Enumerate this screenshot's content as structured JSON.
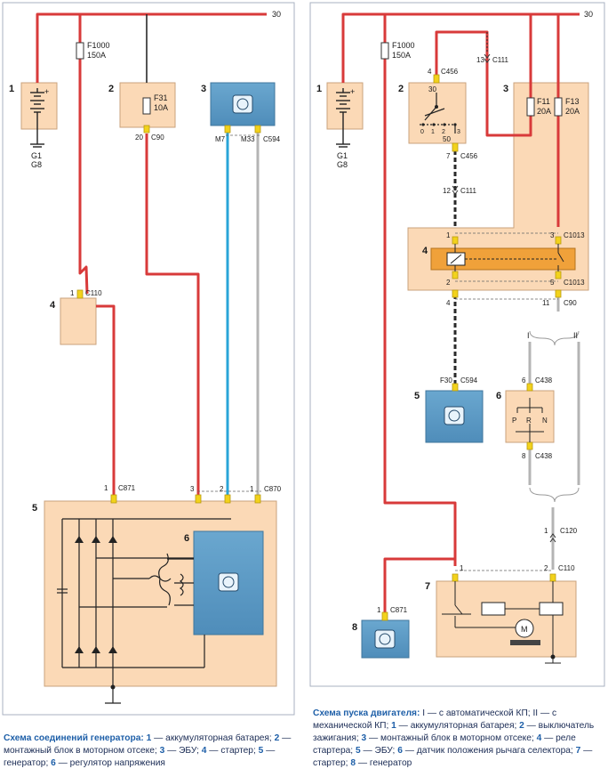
{
  "left": {
    "wire_30": "30",
    "fuse_main": {
      "name": "F1000",
      "rating": "150A"
    },
    "n1": "1",
    "n2": "2",
    "n3": "3",
    "n4": "4",
    "n5": "5",
    "n6": "6",
    "batt_g1": "G1",
    "batt_g8": "G8",
    "fuse_f31": {
      "name": "F31",
      "rating": "10A"
    },
    "c90_pin": "20",
    "c90": "C90",
    "ecu_pin_m7": "M7",
    "ecu_pin_m33": "M33",
    "c594": "C594",
    "c110_pin": "1",
    "c110": "C110",
    "c871_pin": "1",
    "c871": "C871",
    "c870_pins": [
      "3",
      "2",
      "1"
    ],
    "c870": "C870"
  },
  "right": {
    "wire_30": "30",
    "fuse_main": {
      "name": "F1000",
      "rating": "150A"
    },
    "n1": "1",
    "n2": "2",
    "n3": "3",
    "n4": "4",
    "n5": "5",
    "n6": "6",
    "n7": "7",
    "n8": "8",
    "batt_g1": "G1",
    "batt_g8": "G8",
    "c456_top_pin": "4",
    "c456": "C456",
    "c111_top_pin": "13",
    "c111": "C111",
    "sw_30": "30",
    "sw_50": "50",
    "sw_pos": [
      "0",
      "1",
      "2",
      "3"
    ],
    "fuse_f11": {
      "name": "F11",
      "rating": "20A"
    },
    "fuse_f13": {
      "name": "F13",
      "rating": "20A"
    },
    "c456_bot_pin": "7",
    "c111_bot_pin": "12",
    "c1013": "C1013",
    "relay_pins_top": [
      "1",
      "3"
    ],
    "relay_pins_bot": [
      "2",
      "5"
    ],
    "c90_pins": [
      "4",
      "11"
    ],
    "c90": "C90",
    "variant_i": "I",
    "variant_ii": "II",
    "f30_pin": "F30",
    "c594": "C594",
    "c438": "C438",
    "c438_top_pin": "6",
    "c438_bot_pin": "8",
    "selector": [
      "P",
      "R",
      "N"
    ],
    "c120_pin": "1",
    "c120": "C120",
    "c110_pins": [
      "1",
      "2"
    ],
    "c110": "C110",
    "motor": "M",
    "c871_pin": "1",
    "c871": "C871"
  },
  "captions": {
    "left_title": "Схема соединений генератора:",
    "left_items": [
      {
        "n": "1",
        "t": "аккумуляторная батарея;"
      },
      {
        "n": "2",
        "t": "монтажный блок в моторном отсеке;"
      },
      {
        "n": "3",
        "t": "ЭБУ;"
      },
      {
        "n": "4",
        "t": "стартер;"
      },
      {
        "n": "5",
        "t": "генератор;"
      },
      {
        "n": "6",
        "t": "регулятор напряжения"
      }
    ],
    "right_title": "Схема пуска двигателя:",
    "right_intro": "I — с автоматической КП; II — с механической КП;",
    "right_items": [
      {
        "n": "1",
        "t": "аккумуляторная батарея;"
      },
      {
        "n": "2",
        "t": "выключатель зажигания;"
      },
      {
        "n": "3",
        "t": "монтажный блок в моторном отсеке;"
      },
      {
        "n": "4",
        "t": "реле стартера;"
      },
      {
        "n": "5",
        "t": "ЭБУ;"
      },
      {
        "n": "6",
        "t": "датчик положения рычага селектора;"
      },
      {
        "n": "7",
        "t": "стартер;"
      },
      {
        "n": "8",
        "t": "генератор"
      }
    ]
  },
  "colors": {
    "wire_red": "#d83a3a",
    "wire_dark": "#2a2a2a",
    "wire_blue": "#2aa5d8",
    "wire_gray": "#b4b4b4",
    "block_fill": "#fbd9b6",
    "ecu_fill": "#5d9bc6",
    "connector": "#f2d21c",
    "frame": "#a9b2c0",
    "caption_accent": "#1e5fa8"
  }
}
